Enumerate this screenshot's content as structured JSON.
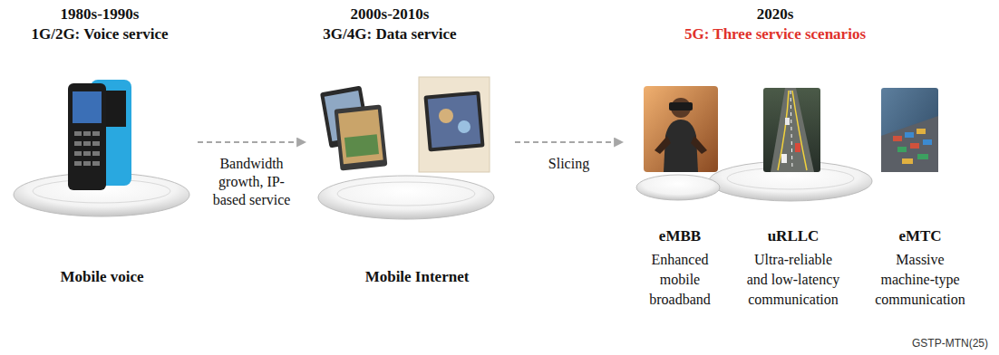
{
  "diagram": {
    "nodes": [
      {
        "text": [
          "1980s-1990s",
          "1G/2G: Voice service",
          "Mobile voice"
        ]
      },
      {
        "text": [
          "2000s-2010s",
          "3G/4G: Data service",
          "Mobile Internet"
        ]
      },
      {
        "text": [
          "2020s",
          "5G: Three service scenarios"
        ]
      },
      {
        "text": [
          "eMBB",
          "Enhanced mobile broadband"
        ],
        "in": 2
      },
      {
        "text": [
          "uRLLC",
          "Ultra-reliable and low-latency communication"
        ],
        "in": 2
      },
      {
        "text": [
          "eMTC",
          "Massive machine-type communication"
        ],
        "in": 2
      }
    ],
    "edges": [
      {
        "from": 0,
        "to": 1,
        "label": "Bandwidth growth, IP-based service",
        "arrow": "to"
      },
      {
        "from": 1,
        "to": 2,
        "label": "Slicing",
        "arrow": "to"
      }
    ],
    "labels": [
      "GSTP-MTN(25)"
    ]
  }
}
